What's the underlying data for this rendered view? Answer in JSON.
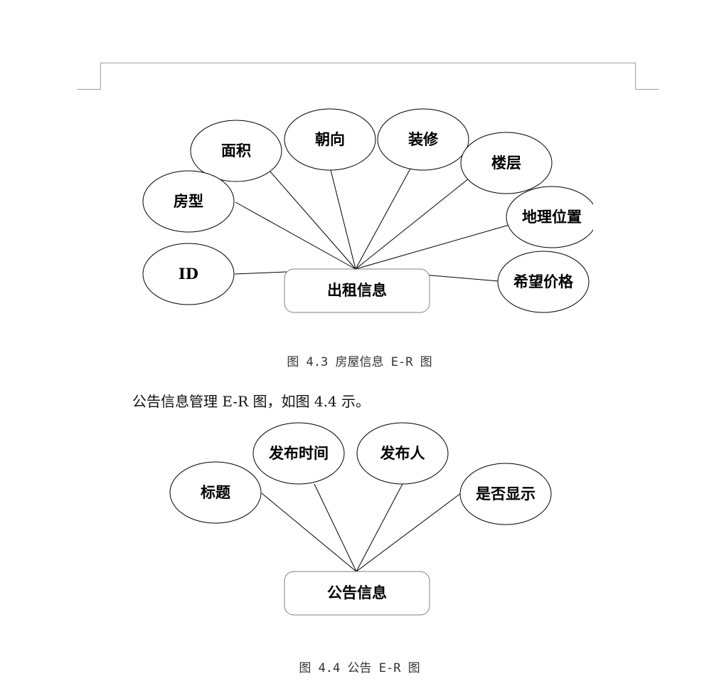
{
  "diagram1": {
    "entity": "出租信息",
    "attributes": [
      "面积",
      "朝向",
      "装修",
      "楼层",
      "房型",
      "地理位置",
      "ID",
      "希望价格"
    ]
  },
  "caption1": "图 4.3 房屋信息 E-R 图",
  "paragraph": "公告信息管理 E-R 图，如图 4.4 示。",
  "diagram2": {
    "entity": "公告信息",
    "attributes": [
      "发布时间",
      "发布人",
      "标题",
      "是否显示"
    ]
  },
  "caption2": "图 4.4 公告 E-R 图"
}
